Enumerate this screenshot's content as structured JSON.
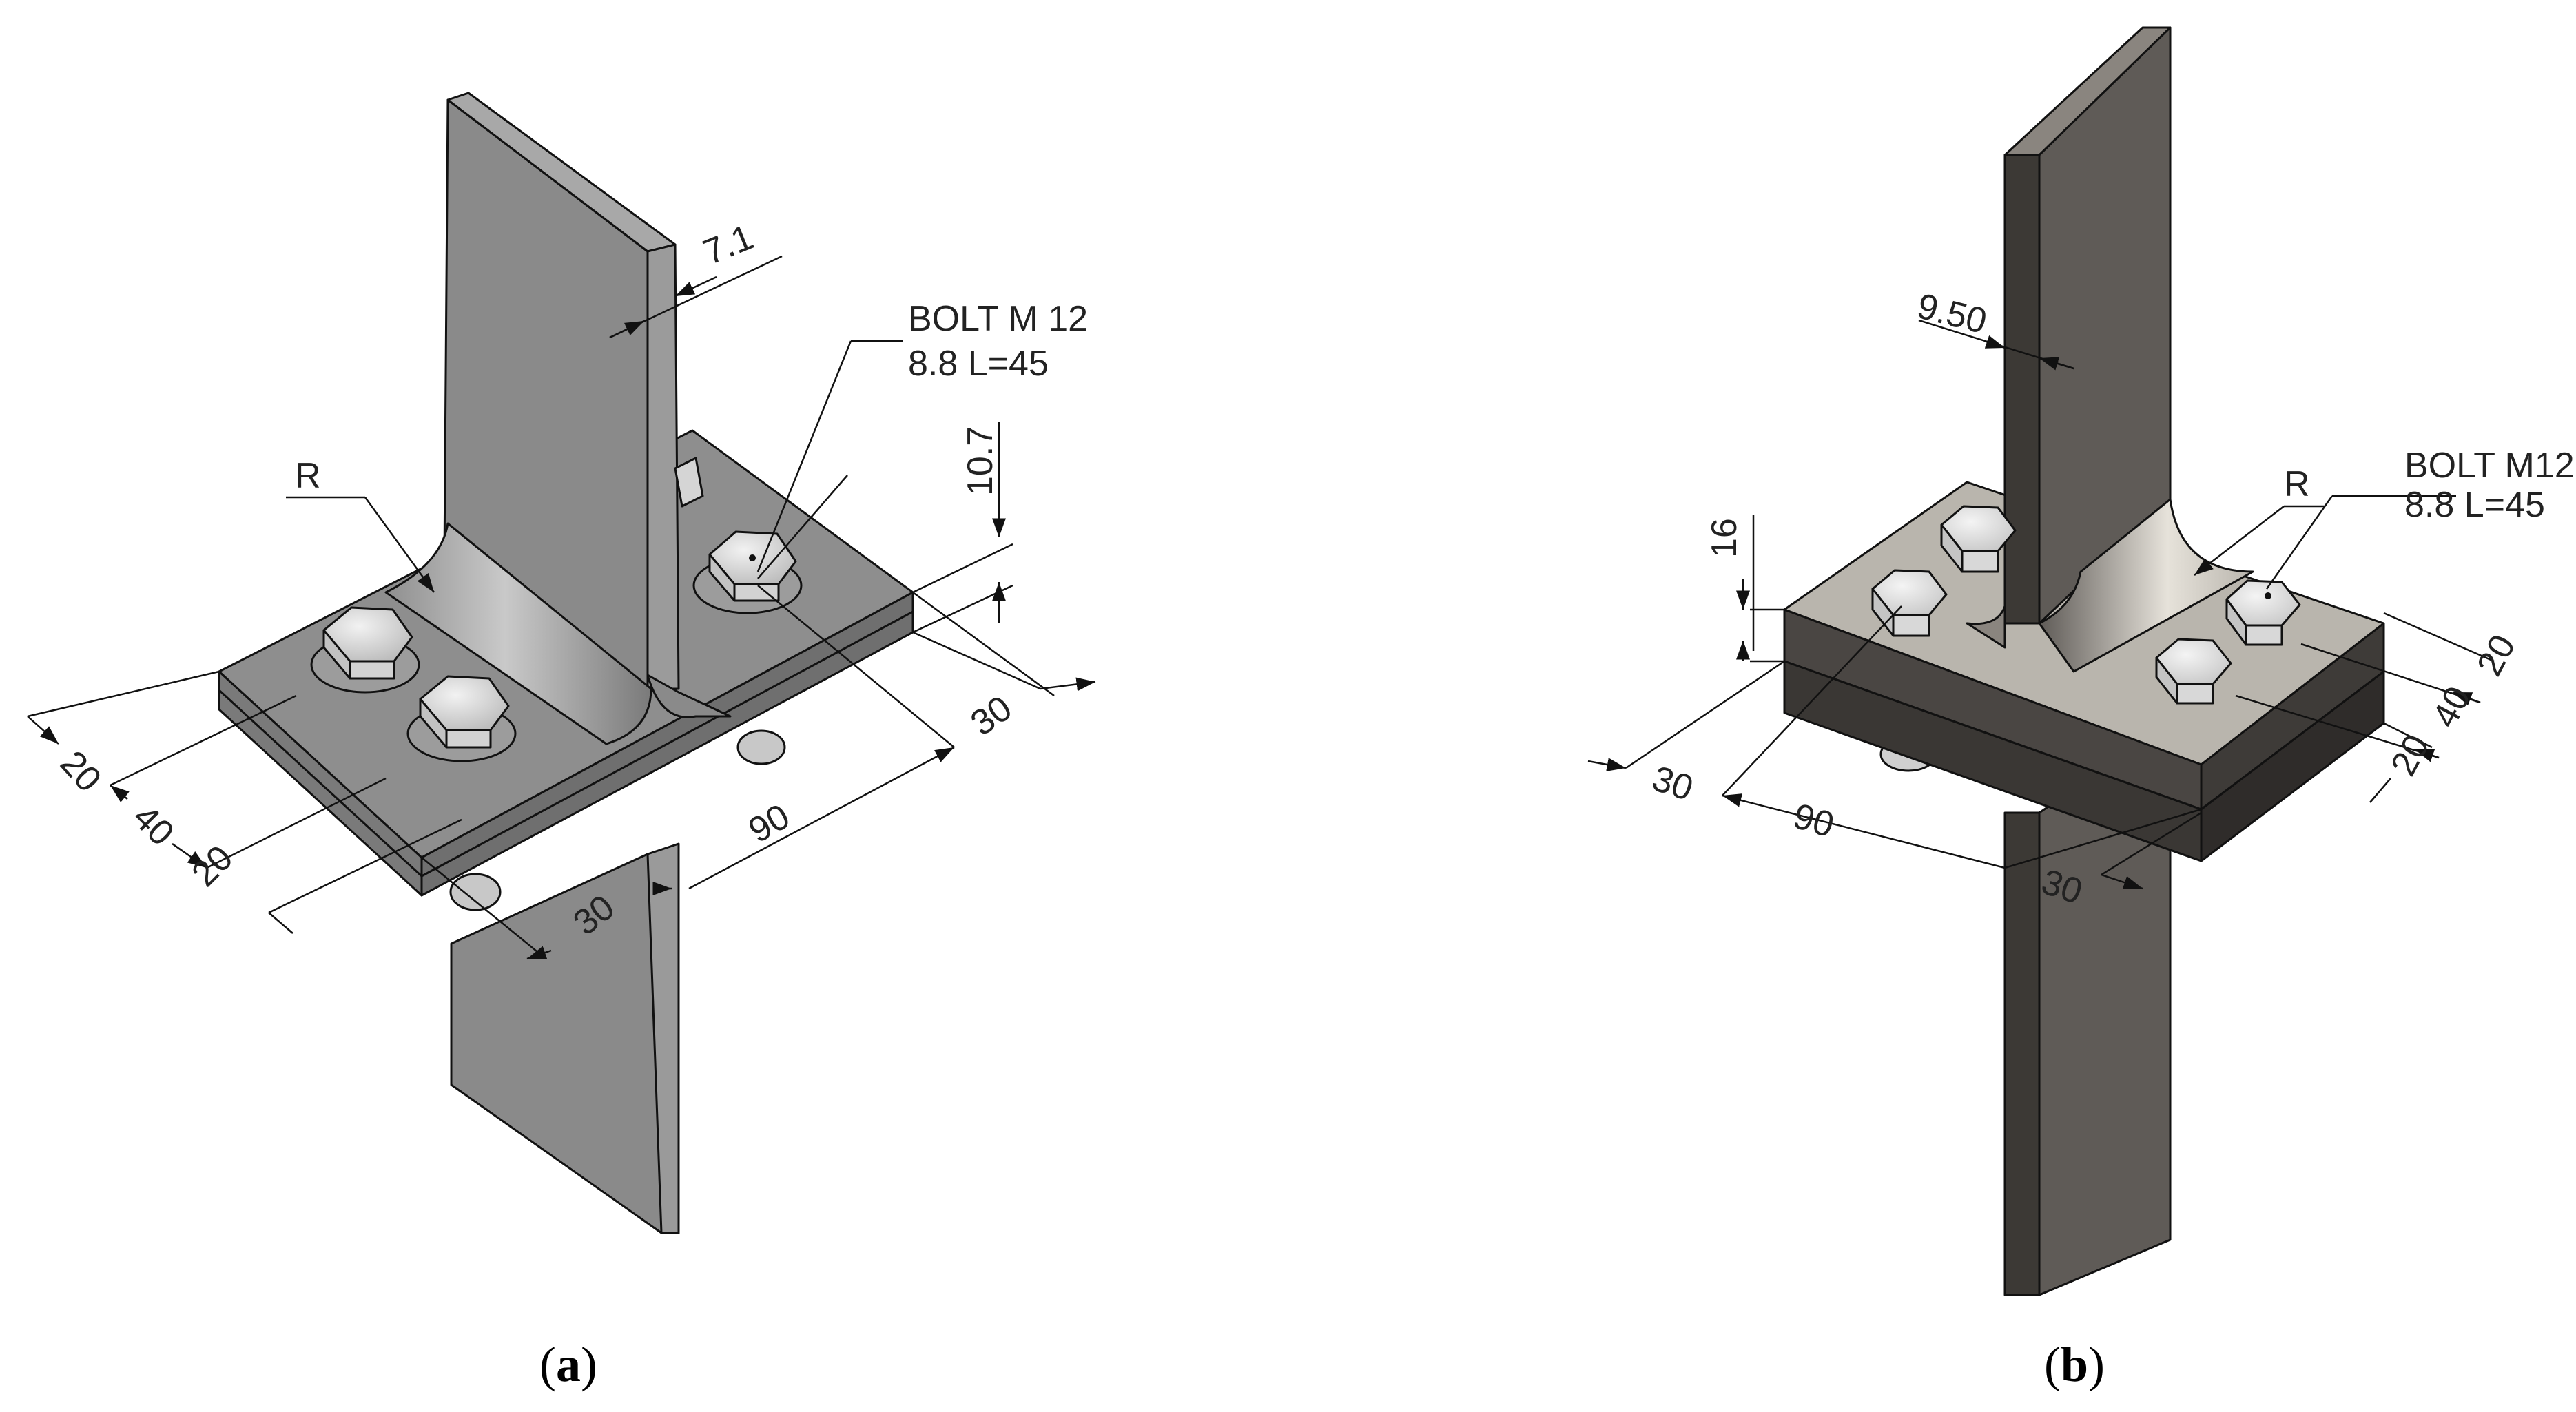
{
  "panel_a": {
    "caption_open": "(",
    "caption_letter": "a",
    "caption_close": ")",
    "dims": {
      "web_thickness": "7.1",
      "plate_thickness": "10.7",
      "radius": "R",
      "edge_20_top": "20",
      "pitch_40": "40",
      "edge_20_bottom": "20",
      "end_30_right": "30",
      "end_30_left": "30",
      "length_90": "90"
    },
    "bolt_note_line1": "BOLT M 12",
    "bolt_note_line2": "8.8 L=45"
  },
  "panel_b": {
    "caption_open": "(",
    "caption_letter": "b",
    "caption_close": ")",
    "dims": {
      "web_thickness": "9.50",
      "plate_thickness": "16",
      "radius": "R",
      "end_30_left": "30",
      "length_90": "90",
      "end_30_bottom": "30",
      "edge_20_top": "20",
      "pitch_40": "40",
      "edge_20_bottom": "20"
    },
    "bolt_note_line1": "BOLT M12",
    "bolt_note_line2": "8.8 L=45"
  },
  "colors": {
    "steel_a": "#8a8a8a",
    "steel_b_dark": "#5f5b57",
    "plate_b_light": "#b9b5ad"
  }
}
